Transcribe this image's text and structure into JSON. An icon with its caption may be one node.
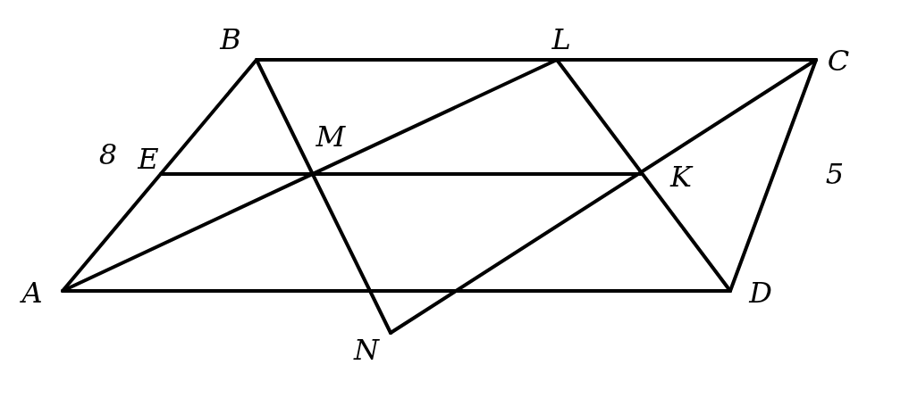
{
  "diagram": {
    "labels": [
      "B",
      "L",
      "C",
      "8",
      "E",
      "M",
      "K",
      "5",
      "A",
      "D",
      "N"
    ]
  }
}
